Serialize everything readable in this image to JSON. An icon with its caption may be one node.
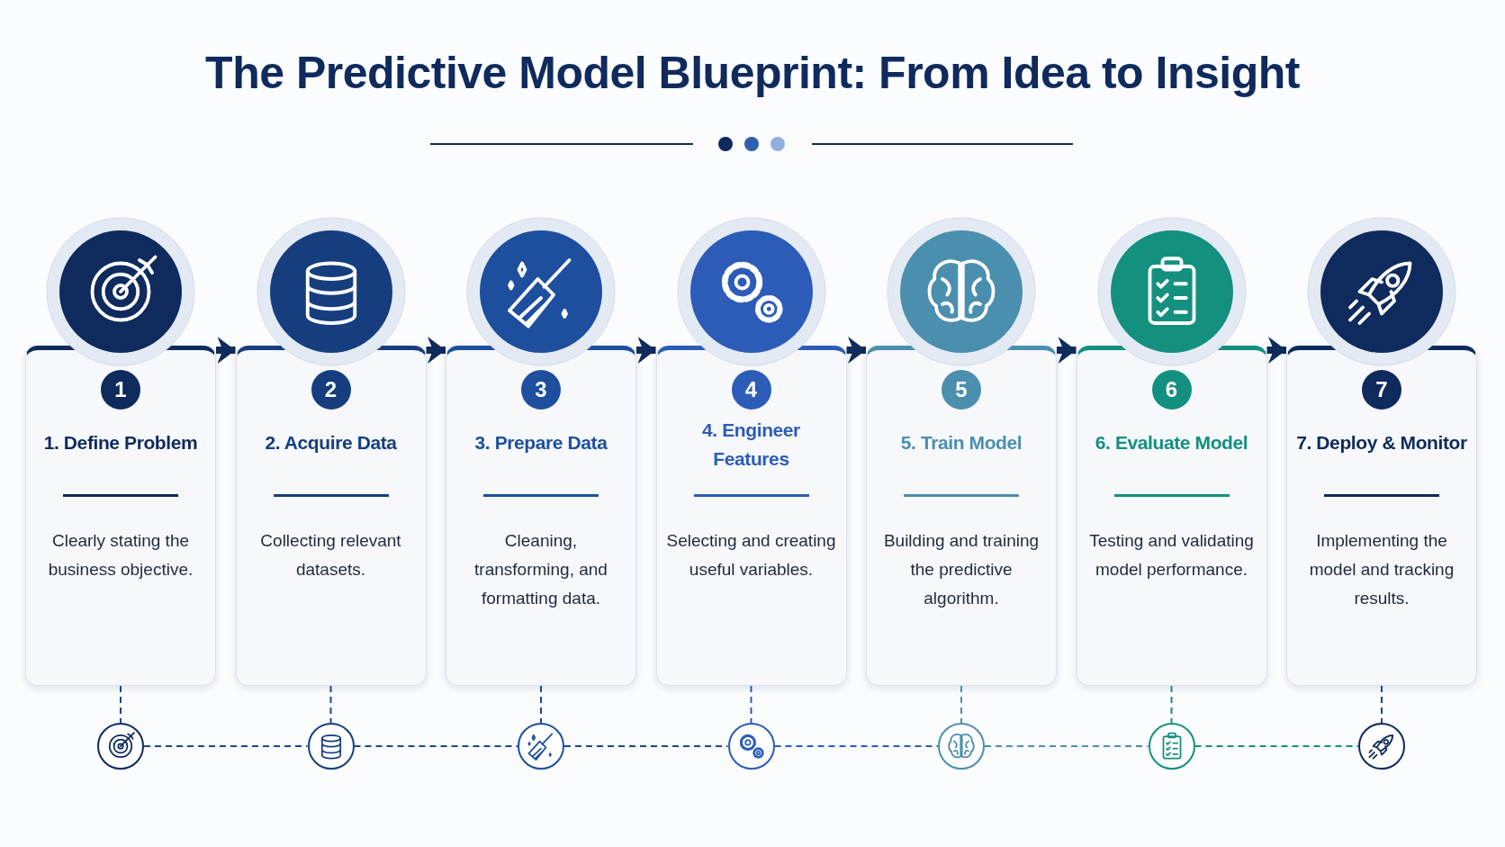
{
  "diagram": {
    "title": "The Predictive Model Blueprint: From Idea to Insight",
    "nodes": [
      {
        "text": [
          "1",
          "1. Define Problem",
          "Clearly stating the business objective."
        ]
      },
      {
        "text": [
          "2",
          "2. Acquire Data",
          "Collecting relevant datasets."
        ]
      },
      {
        "text": [
          "3",
          "3. Prepare Data",
          "Cleaning, transforming, and formatting data."
        ]
      },
      {
        "text": [
          "4",
          "4. Engineer Features",
          "Selecting and creating useful variables."
        ]
      },
      {
        "text": [
          "5",
          "5. Train Model",
          "Building and training the predictive algorithm."
        ]
      },
      {
        "text": [
          "6",
          "6. Evaluate Model",
          "Testing and validating model performance."
        ]
      },
      {
        "text": [
          "7",
          "7. Deploy & Monitor",
          "Implementing the model and tracking results."
        ]
      },
      {
        "text": [],
        "shape": "circle"
      },
      {
        "text": [],
        "shape": "circle"
      },
      {
        "text": [],
        "shape": "circle"
      },
      {
        "text": [],
        "shape": "circle"
      },
      {
        "text": [],
        "shape": "circle"
      },
      {
        "text": [],
        "shape": "circle"
      },
      {
        "text": [],
        "shape": "circle"
      }
    ],
    "edges": [
      {
        "from": 0,
        "to": 1,
        "arrow": "to",
        "style": "thick"
      },
      {
        "from": 1,
        "to": 2,
        "arrow": "to",
        "style": "thick"
      },
      {
        "from": 2,
        "to": 3,
        "arrow": "to",
        "style": "thick"
      },
      {
        "from": 3,
        "to": 4,
        "arrow": "to",
        "style": "thick"
      },
      {
        "from": 4,
        "to": 5,
        "arrow": "to",
        "style": "thick"
      },
      {
        "from": 5,
        "to": 6,
        "arrow": "to",
        "style": "thick"
      },
      {
        "from": 0,
        "to": 7,
        "arrow": "none",
        "style": "dashed"
      },
      {
        "from": 1,
        "to": 8,
        "arrow": "none",
        "style": "dashed"
      },
      {
        "from": 2,
        "to": 9,
        "arrow": "none",
        "style": "dashed"
      },
      {
        "from": 3,
        "to": 10,
        "arrow": "none",
        "style": "dashed",
        "color": "#2c5cb8"
      },
      {
        "from": 4,
        "to": 11,
        "arrow": "none",
        "style": "dashed",
        "color": "#4b8fae"
      },
      {
        "from": 5,
        "to": 12,
        "arrow": "none",
        "style": "dashed",
        "color": "#14907f"
      },
      {
        "from": 6,
        "to": 13,
        "arrow": "none",
        "style": "dashed"
      },
      {
        "from": 7,
        "to": 8,
        "arrow": "none",
        "style": "dashed"
      },
      {
        "from": 8,
        "to": 9,
        "arrow": "none",
        "style": "dashed"
      },
      {
        "from": 9,
        "to": 10,
        "arrow": "none",
        "style": "dashed"
      },
      {
        "from": 10,
        "to": 11,
        "arrow": "none",
        "style": "dashed",
        "color": "#2c5cb8"
      },
      {
        "from": 11,
        "to": 12,
        "arrow": "none",
        "style": "dashed",
        "color": "#4b8fae"
      },
      {
        "from": 12,
        "to": 13,
        "arrow": "none",
        "style": "dashed",
        "color": "#14907f"
      }
    ]
  }
}
